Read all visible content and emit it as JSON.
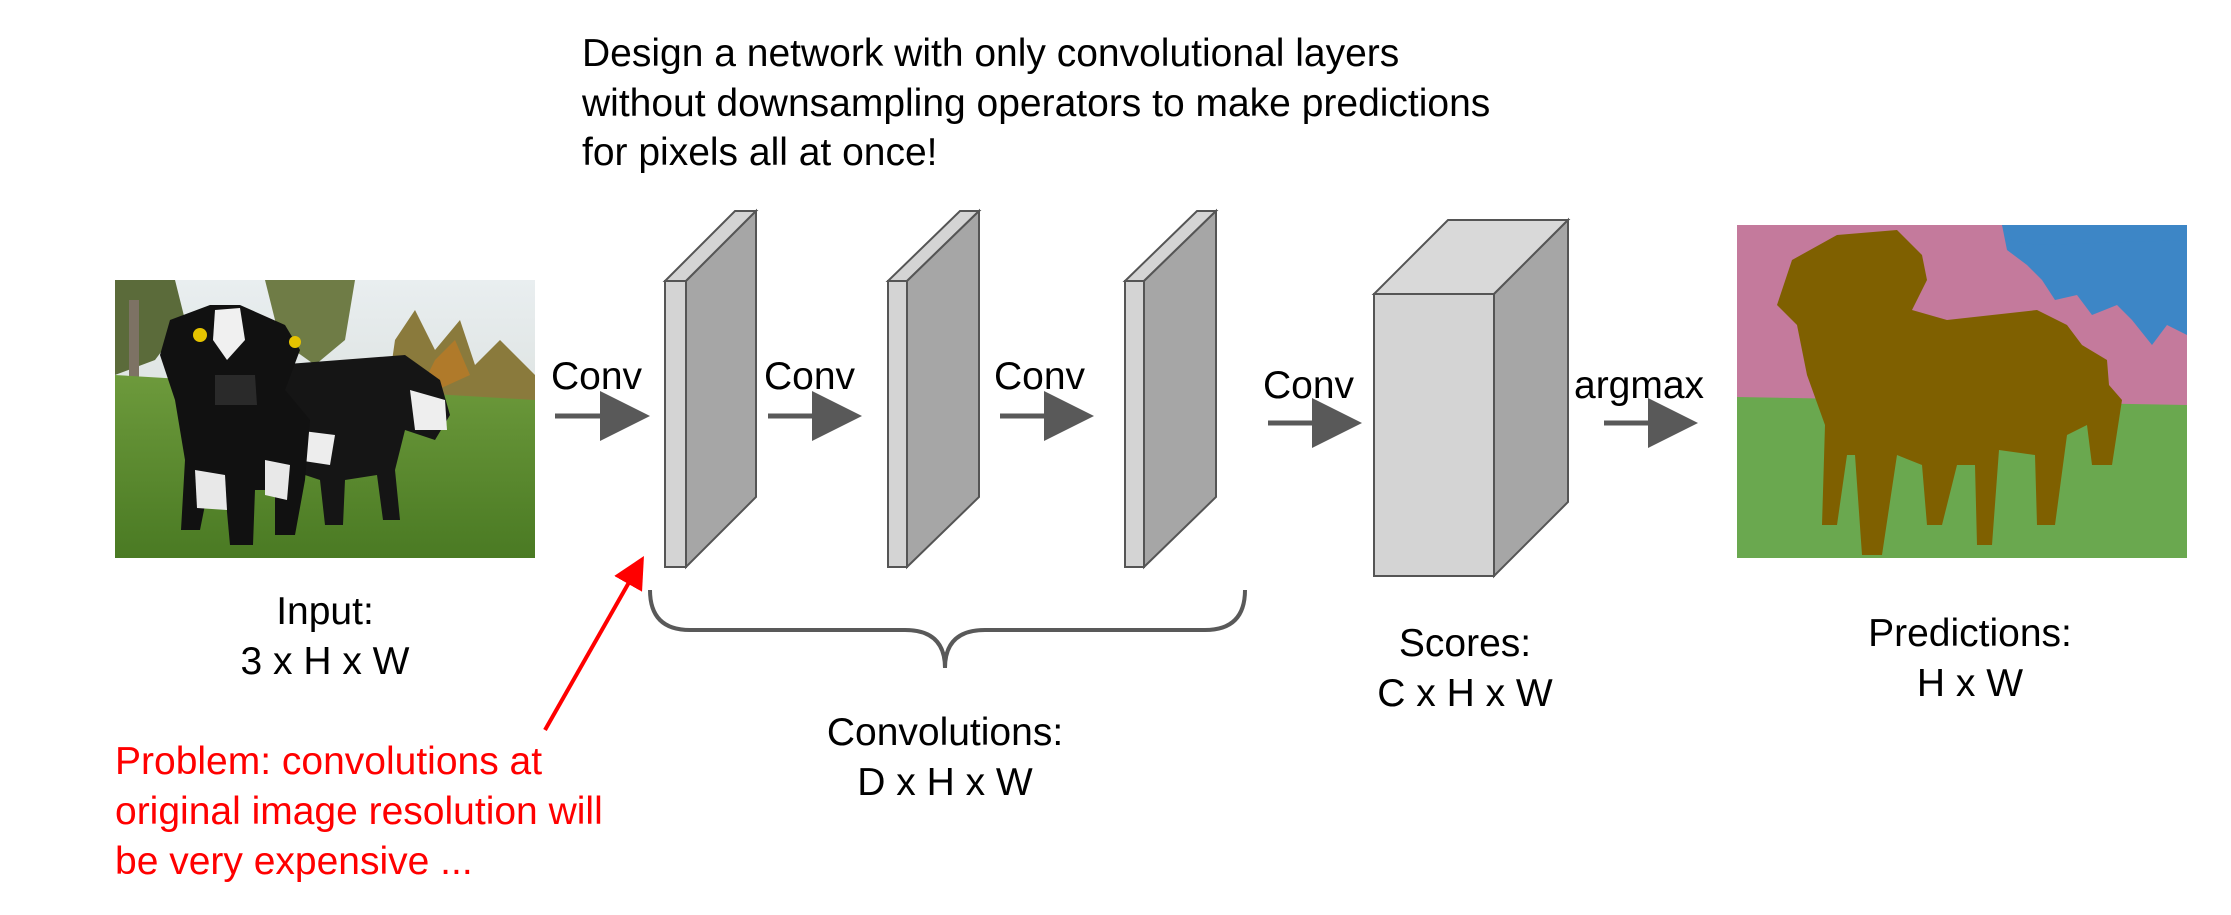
{
  "title": {
    "lines": [
      "Design a network with only convolutional layers",
      "without downsampling operators to make predictions",
      "for pixels all at once!"
    ]
  },
  "input": {
    "label": "Input:",
    "dims": "3 x H x W"
  },
  "ops": {
    "conv1": "Conv",
    "conv2": "Conv",
    "conv3": "Conv",
    "conv4": "Conv",
    "argmax": "argmax"
  },
  "convolutions": {
    "label": "Convolutions:",
    "dims": "D x H x W"
  },
  "scores": {
    "label": "Scores:",
    "dims": "C x H x W"
  },
  "predictions": {
    "label": "Predictions:",
    "dims": "H x W"
  },
  "problem": {
    "lines": [
      "Problem: convolutions at",
      "original image resolution will",
      "be very expensive ..."
    ],
    "color": "#ff0000"
  },
  "colors": {
    "layer_face": "#d4d4d4",
    "layer_side": "#a6a6a6",
    "arrow": "#595959",
    "seg_sky": "#3d86c6",
    "seg_tree": "#c47a9c",
    "seg_grass": "#6aa84f",
    "seg_cow": "#7f6000"
  }
}
